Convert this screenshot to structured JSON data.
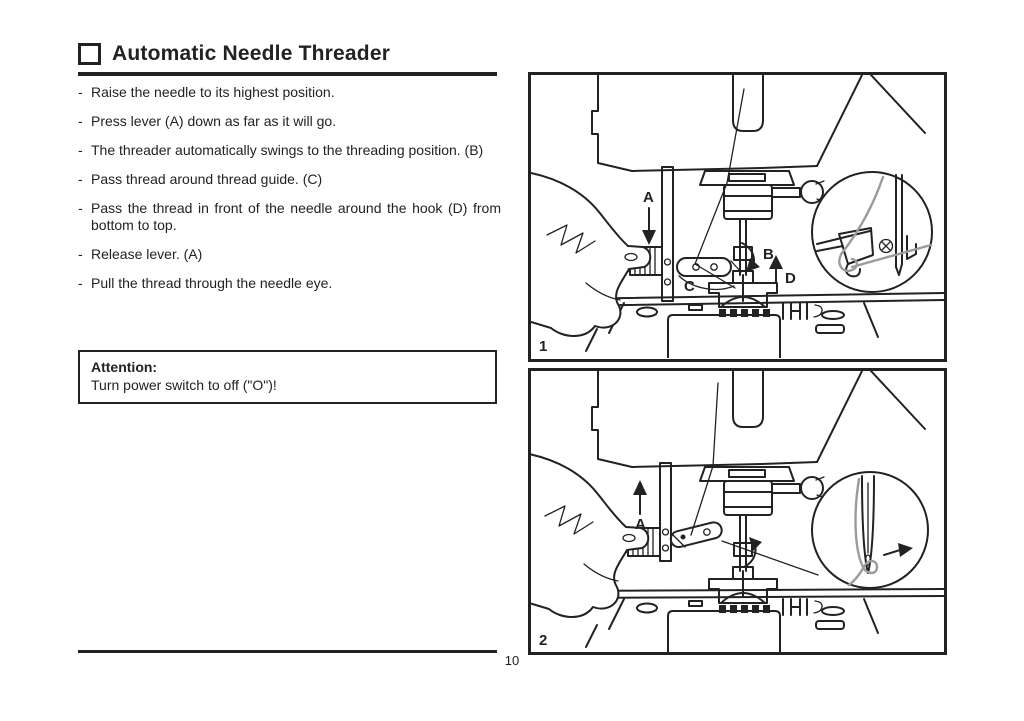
{
  "page": {
    "title": "Automatic Needle Threader",
    "page_number": "10"
  },
  "instructions": [
    {
      "marker": "-",
      "text": "Raise the needle to its highest position."
    },
    {
      "marker": "-",
      "text": "Press lever (A) down as far as it will go."
    },
    {
      "marker": "-",
      "text": "The threader automatically swings to the threading position. (B)"
    },
    {
      "marker": "-",
      "text": "Pass thread around thread guide. (C)"
    },
    {
      "marker": "-",
      "text": "Pass the thread in front of the needle around the hook (D) from bottom to top."
    },
    {
      "marker": "-",
      "text": "Release lever. (A)"
    },
    {
      "marker": "-",
      "text": "Pull the thread through the needle eye."
    }
  ],
  "attention": {
    "heading": "Attention:",
    "body": "Turn power switch to off (\"O\")!"
  },
  "figures": {
    "fig1": {
      "number": "1",
      "label_a": "A",
      "label_b": "B",
      "label_c": "C",
      "label_d": "D"
    },
    "fig2": {
      "number": "2",
      "label_a": "A"
    }
  },
  "colors": {
    "ink": "#222222",
    "thread": "#9b9b9b",
    "paper": "#ffffff"
  }
}
